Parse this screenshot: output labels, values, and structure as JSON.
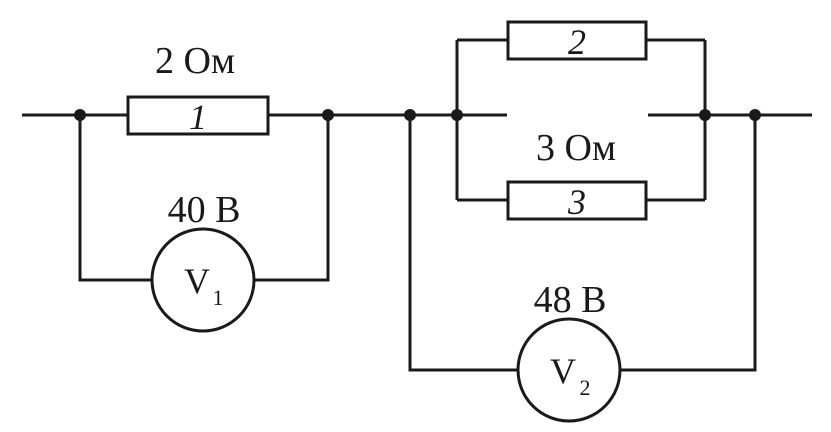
{
  "resistors": [
    {
      "number": "1",
      "value_label": "2 Ом"
    },
    {
      "number": "2",
      "value_label": ""
    },
    {
      "number": "3",
      "value_label": "3 Ом"
    }
  ],
  "voltmeters": [
    {
      "letter": "V",
      "subscript": "1",
      "reading": "40 В"
    },
    {
      "letter": "V",
      "subscript": "2",
      "reading": "48 В"
    }
  ]
}
